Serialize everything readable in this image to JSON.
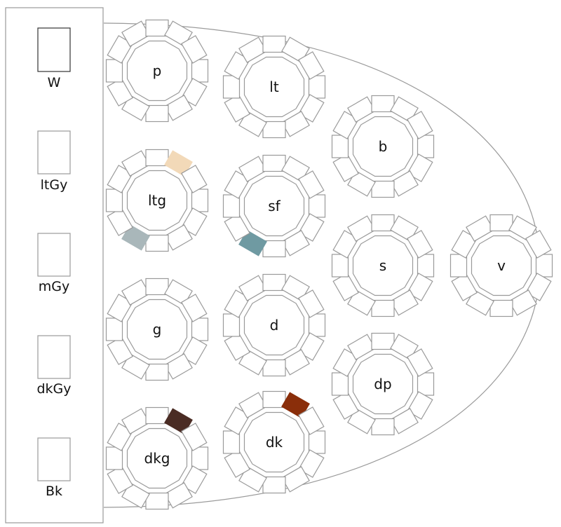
{
  "palette": {
    "stroke": "#9a9a9a",
    "stroke_dark": "#333333",
    "text": "#111111",
    "background": "#ffffff"
  },
  "legend": [
    {
      "label": "W"
    },
    {
      "label": "ltGy"
    },
    {
      "label": "mGy"
    },
    {
      "label": "dkGy"
    },
    {
      "label": "Bk"
    }
  ],
  "tables": [
    {
      "label": "p",
      "colored_seats": []
    },
    {
      "label": "lt",
      "colored_seats": []
    },
    {
      "label": "b",
      "colored_seats": []
    },
    {
      "label": "ltg",
      "colored_seats": [
        {
          "seat": 10,
          "color": "#f2d9b8"
        },
        {
          "seat": 4,
          "color": "#a9b7ba"
        }
      ]
    },
    {
      "label": "sf",
      "colored_seats": [
        {
          "seat": 4,
          "color": "#6f9aa2"
        }
      ]
    },
    {
      "label": "s",
      "colored_seats": []
    },
    {
      "label": "v",
      "colored_seats": []
    },
    {
      "label": "g",
      "colored_seats": []
    },
    {
      "label": "d",
      "colored_seats": []
    },
    {
      "label": "dp",
      "colored_seats": []
    },
    {
      "label": "dkg",
      "colored_seats": [
        {
          "seat": 10,
          "color": "#4a2c24"
        }
      ]
    },
    {
      "label": "dk",
      "colored_seats": [
        {
          "seat": 10,
          "color": "#8a2e0a"
        }
      ]
    }
  ]
}
